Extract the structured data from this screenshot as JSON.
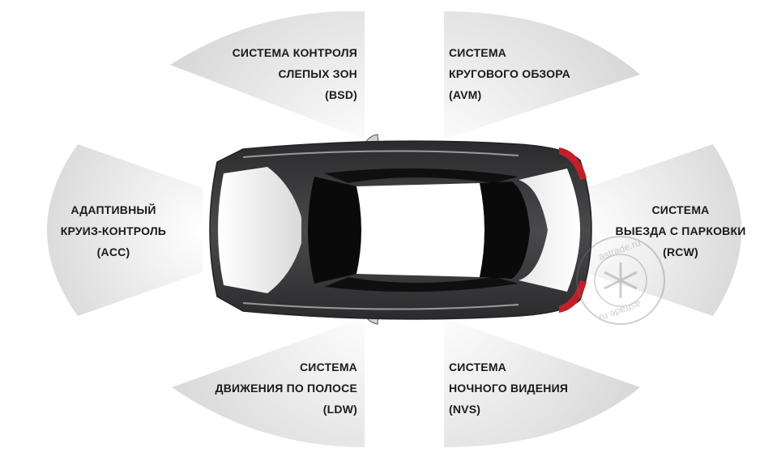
{
  "zones": {
    "bsd": {
      "line1": "СИСТЕМА КОНТРОЛЯ",
      "line2": "СЛЕПЫХ ЗОН",
      "line3": "(BSD)"
    },
    "avm": {
      "line1": "СИСТЕМА",
      "line2": "КРУГОВОГО ОБЗОРА",
      "line3": "(AVM)"
    },
    "acc": {
      "line1": "АДАПТИВНЫЙ",
      "line2": "КРУИЗ-КОНТРОЛЬ",
      "line3": "(ACC)"
    },
    "rcw": {
      "line1": "СИСТЕМА",
      "line2": "ВЫЕЗДА С ПАРКОВКИ",
      "line3": "(RCW)"
    },
    "ldw": {
      "line1": "СИСТЕМА",
      "line2": "ДВИЖЕНИЯ ПО ПОЛОСЕ",
      "line3": "(LDW)"
    },
    "nvs": {
      "line1": "СИСТЕМА",
      "line2": "НОЧНОГО ВИДЕНИЯ",
      "line3": "(NVS)"
    }
  },
  "watermark": {
    "text": "astrade.ru"
  },
  "colors": {
    "zone_fill": "#e6e6e6",
    "car_body": "#3a3a3c",
    "car_glass": "#0a0a0a",
    "tail_light": "#c0202a"
  }
}
